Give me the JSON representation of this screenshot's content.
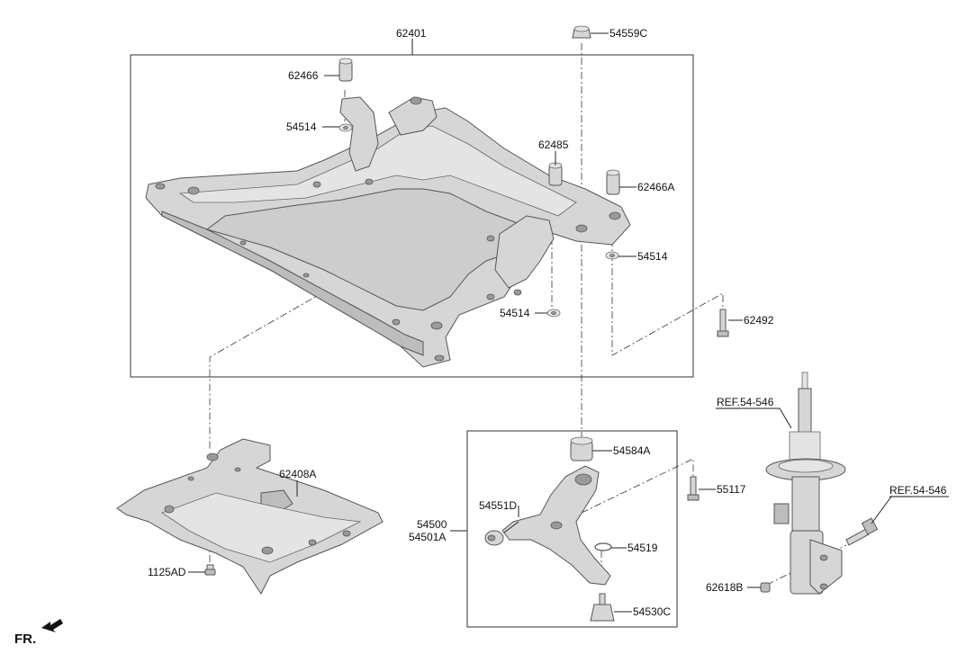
{
  "diagram": {
    "part_labels": {
      "p62401": "62401",
      "p54559c": "54559C",
      "p62466": "62466",
      "p54514_top": "54514",
      "p62485": "62485",
      "p62466a": "62466A",
      "p54514_right": "54514",
      "p54514_bottom": "54514",
      "p62492": "62492",
      "p62408a": "62408A",
      "p1125ad": "1125AD",
      "p54584a": "54584A",
      "p54551d": "54551D",
      "p54500": "54500",
      "p54501a": "54501A",
      "p54519": "54519",
      "p54530c": "54530C",
      "p55117": "55117",
      "p62618b": "62618B"
    },
    "references": {
      "ref_strut": "REF.54-546",
      "ref_bolt": "REF.54-546"
    },
    "direction": "FR."
  }
}
